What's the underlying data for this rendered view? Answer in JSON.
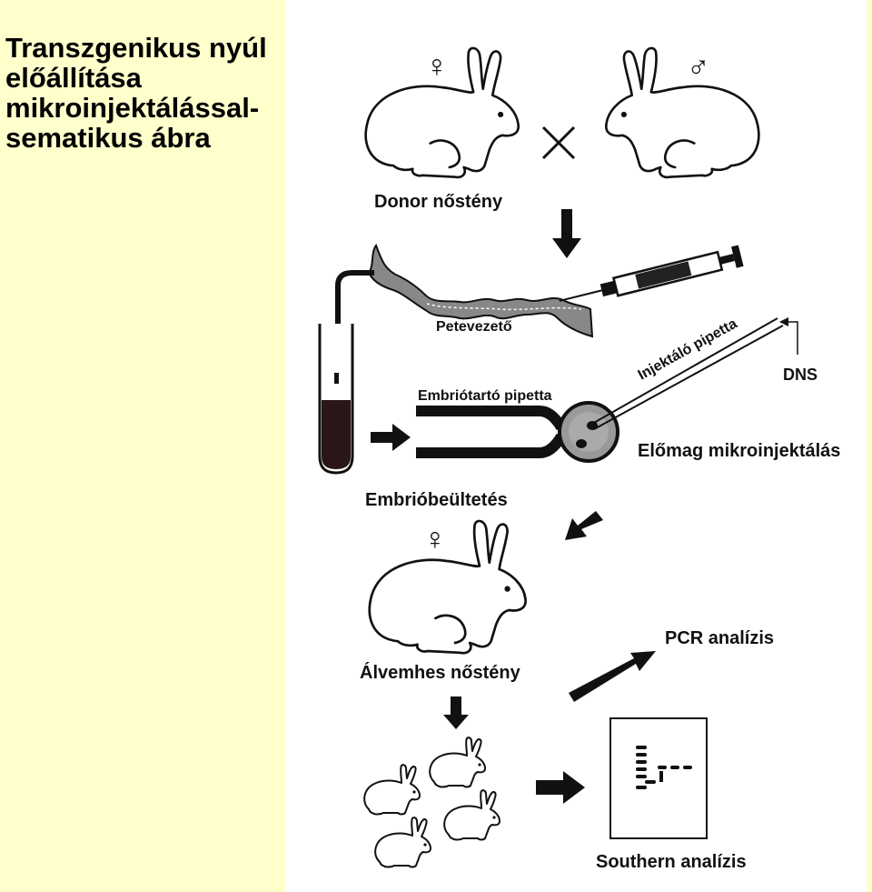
{
  "title": {
    "lines": [
      "Transzgenikus nyúl",
      "előállítása",
      "mikroinjektálással-",
      "sematikus ábra"
    ]
  },
  "symbols": {
    "female": "♀",
    "male": "♂",
    "cross": "×"
  },
  "labels": {
    "donor": "Donor nőstény",
    "oviduct": "Petevezető",
    "holding_pipette": "Embriótartó pipetta",
    "injection_pipette": "Injektáló pipetta",
    "dna": "DNS",
    "pronucleus": "Előmag mikroinjektálás",
    "transfer": "Embrióbeültetés",
    "pseudopregnant": "Álvemhes nőstény",
    "pcr": "PCR analízis",
    "southern": "Southern analízis"
  },
  "colors": {
    "sidebar_bg": "#ffffcc",
    "ink": "#111111"
  }
}
